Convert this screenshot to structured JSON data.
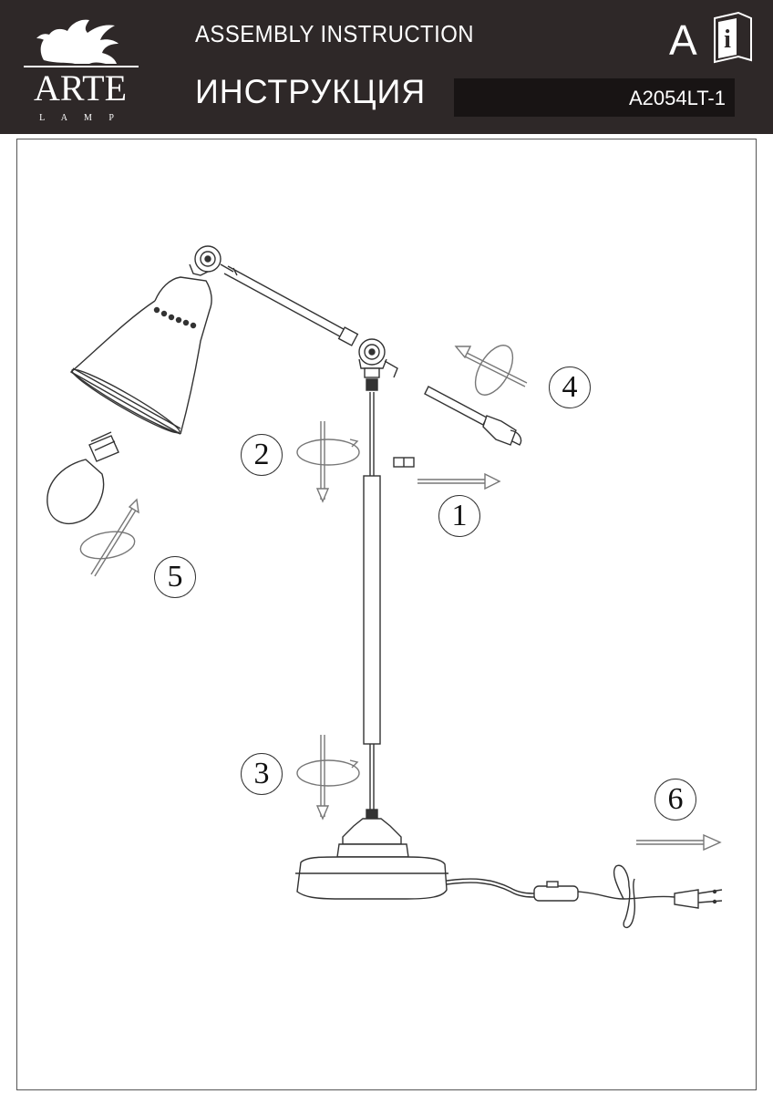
{
  "header": {
    "brand_main": "ARTE",
    "brand_sub": "L A M P",
    "title_en": "ASSEMBLY INSTRUCTION",
    "title_ru": "ИНСТРУКЦИЯ",
    "model": "A2054LT-1",
    "info_icon_letter": "A",
    "info_icon_symbol": "i"
  },
  "steps": [
    "1",
    "2",
    "3",
    "4",
    "5",
    "6"
  ],
  "colors": {
    "header_bg": "#2e2828",
    "model_box_bg": "#181414",
    "line": "#333333"
  }
}
